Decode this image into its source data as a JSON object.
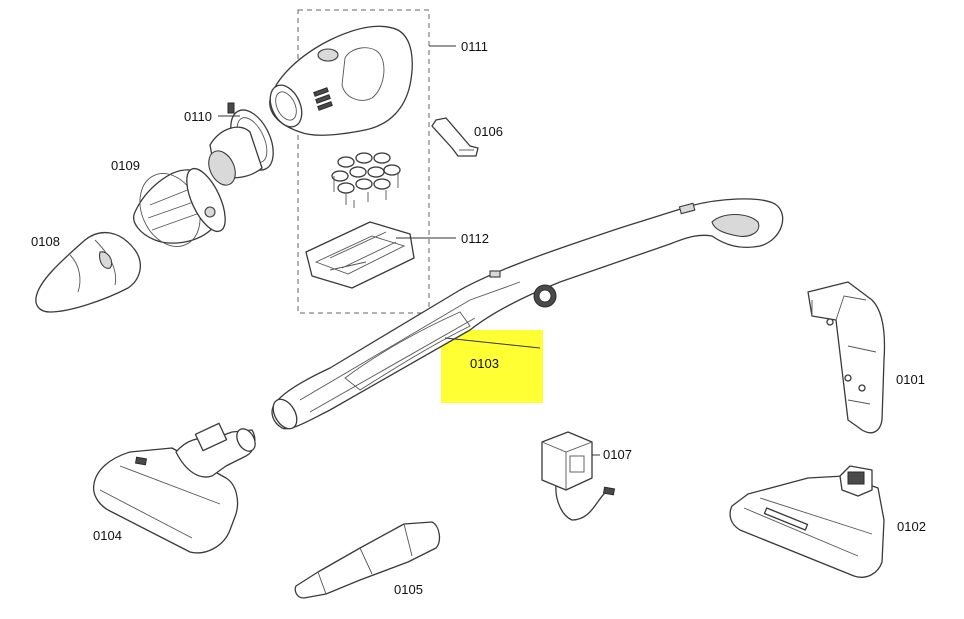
{
  "parts": [
    {
      "id": "0111"
    },
    {
      "id": "0110"
    },
    {
      "id": "0106"
    },
    {
      "id": "0109"
    },
    {
      "id": "0112"
    },
    {
      "id": "0108"
    },
    {
      "id": "0103",
      "highlighted": true
    },
    {
      "id": "0101"
    },
    {
      "id": "0107"
    },
    {
      "id": "0104"
    },
    {
      "id": "0102"
    },
    {
      "id": "0105"
    }
  ],
  "highlight_color": "#ffff33"
}
